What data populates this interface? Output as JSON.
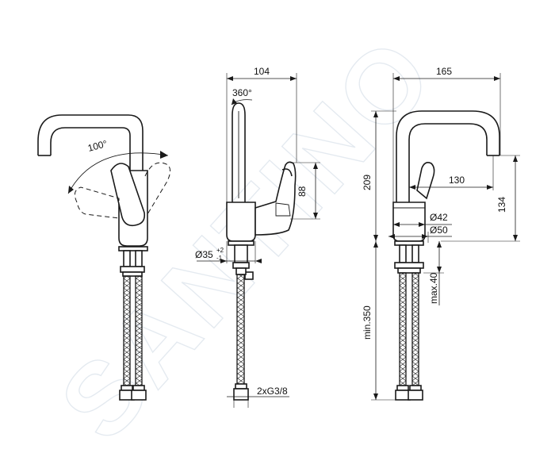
{
  "dimensions": {
    "rotation_spout": "360°",
    "lever_angle": "100°",
    "width_side": "104",
    "height_lever": "88",
    "base_diameter_side": "Ø35",
    "tol_plus": "+2",
    "tol_minus": "-1",
    "connection": "2xG3/8",
    "width_front": "165",
    "height_total": "209",
    "reach": "130",
    "height_spout": "134",
    "diameter_42": "Ø42",
    "diameter_50": "Ø50",
    "max_thickness": "max.40",
    "min_hose": "min.350"
  },
  "watermark": {
    "text": "SANTINO"
  }
}
